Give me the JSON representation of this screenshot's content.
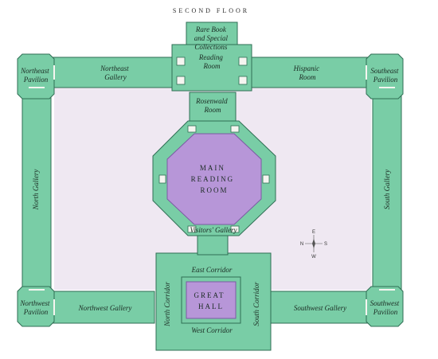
{
  "map": {
    "title": "SECOND FLOOR",
    "colors": {
      "room": "#79cda6",
      "room_stroke": "#2f6e54",
      "court": "#efe8f2",
      "highlight": "#b796d8",
      "highlight_stroke": "#7c5aa3",
      "background": "#ffffff"
    },
    "rooms": {
      "rare_book": {
        "lines": [
          "Rare Book",
          "and Special",
          "Collections",
          "Reading",
          "Room"
        ]
      },
      "northeast_pavilion": {
        "lines": [
          "Northeast",
          "Pavilion"
        ]
      },
      "northeast_gallery": {
        "lines": [
          "Northeast",
          "Gallery"
        ]
      },
      "hispanic_room": {
        "lines": [
          "Hispanic",
          "Room"
        ]
      },
      "southeast_pavilion": {
        "lines": [
          "Southeast",
          "Pavilion"
        ]
      },
      "rosenwald_room": {
        "lines": [
          "Rosenwald",
          "Room"
        ]
      },
      "main_reading_room": {
        "lines": [
          "MAIN",
          "READING",
          "ROOM"
        ]
      },
      "north_gallery": {
        "label": "North Gallery"
      },
      "south_gallery": {
        "label": "South Gallery"
      },
      "visitors_gallery": {
        "label": "Visitors' Gallery"
      },
      "east_corridor": {
        "label": "East Corridor"
      },
      "great_hall": {
        "lines": [
          "GREAT",
          "HALL"
        ]
      },
      "north_corridor": {
        "label": "North Corridor"
      },
      "south_corridor": {
        "label": "South Corridor"
      },
      "west_corridor": {
        "label": "West Corridor"
      },
      "northwest_pavilion": {
        "lines": [
          "Northwest",
          "Pavilion"
        ]
      },
      "northwest_gallery": {
        "label": "Northwest Gallery"
      },
      "southwest_gallery": {
        "label": "Southwest Gallery"
      },
      "southwest_pavilion": {
        "lines": [
          "Southwest",
          "Pavilion"
        ]
      }
    },
    "compass": {
      "n": "N",
      "s": "S",
      "e": "E",
      "w": "W"
    }
  }
}
